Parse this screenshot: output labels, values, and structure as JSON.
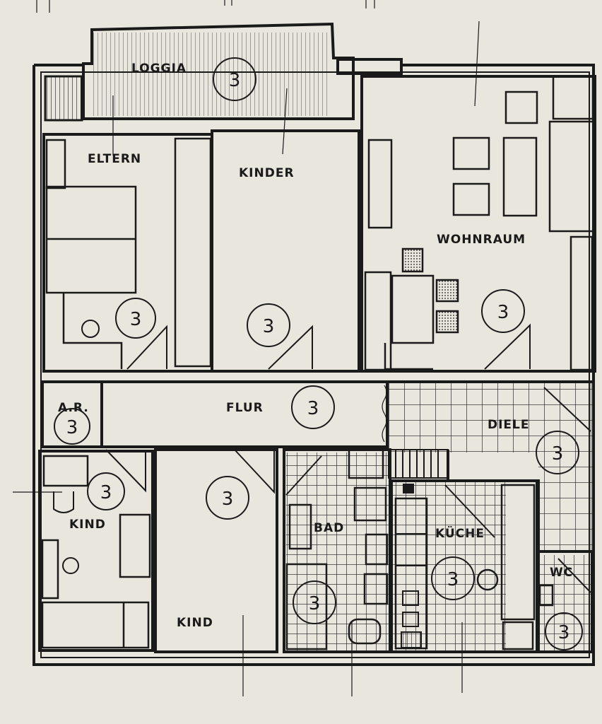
{
  "rooms": {
    "loggia": "LOGGIA",
    "eltern": "ELTERN",
    "kinder": "KINDER",
    "wohnraum": "WOHNRAUM",
    "ar": "A.R.",
    "flur": "FLUR",
    "diele": "DIELE",
    "kind_left": "KIND",
    "kind_right": "KIND",
    "bad": "BAD",
    "kueche": "KÜCHE",
    "wc": "WC"
  },
  "room_mark": "3",
  "colors": {
    "paper": "#e9e6dd",
    "ink": "#1a1a1a"
  }
}
